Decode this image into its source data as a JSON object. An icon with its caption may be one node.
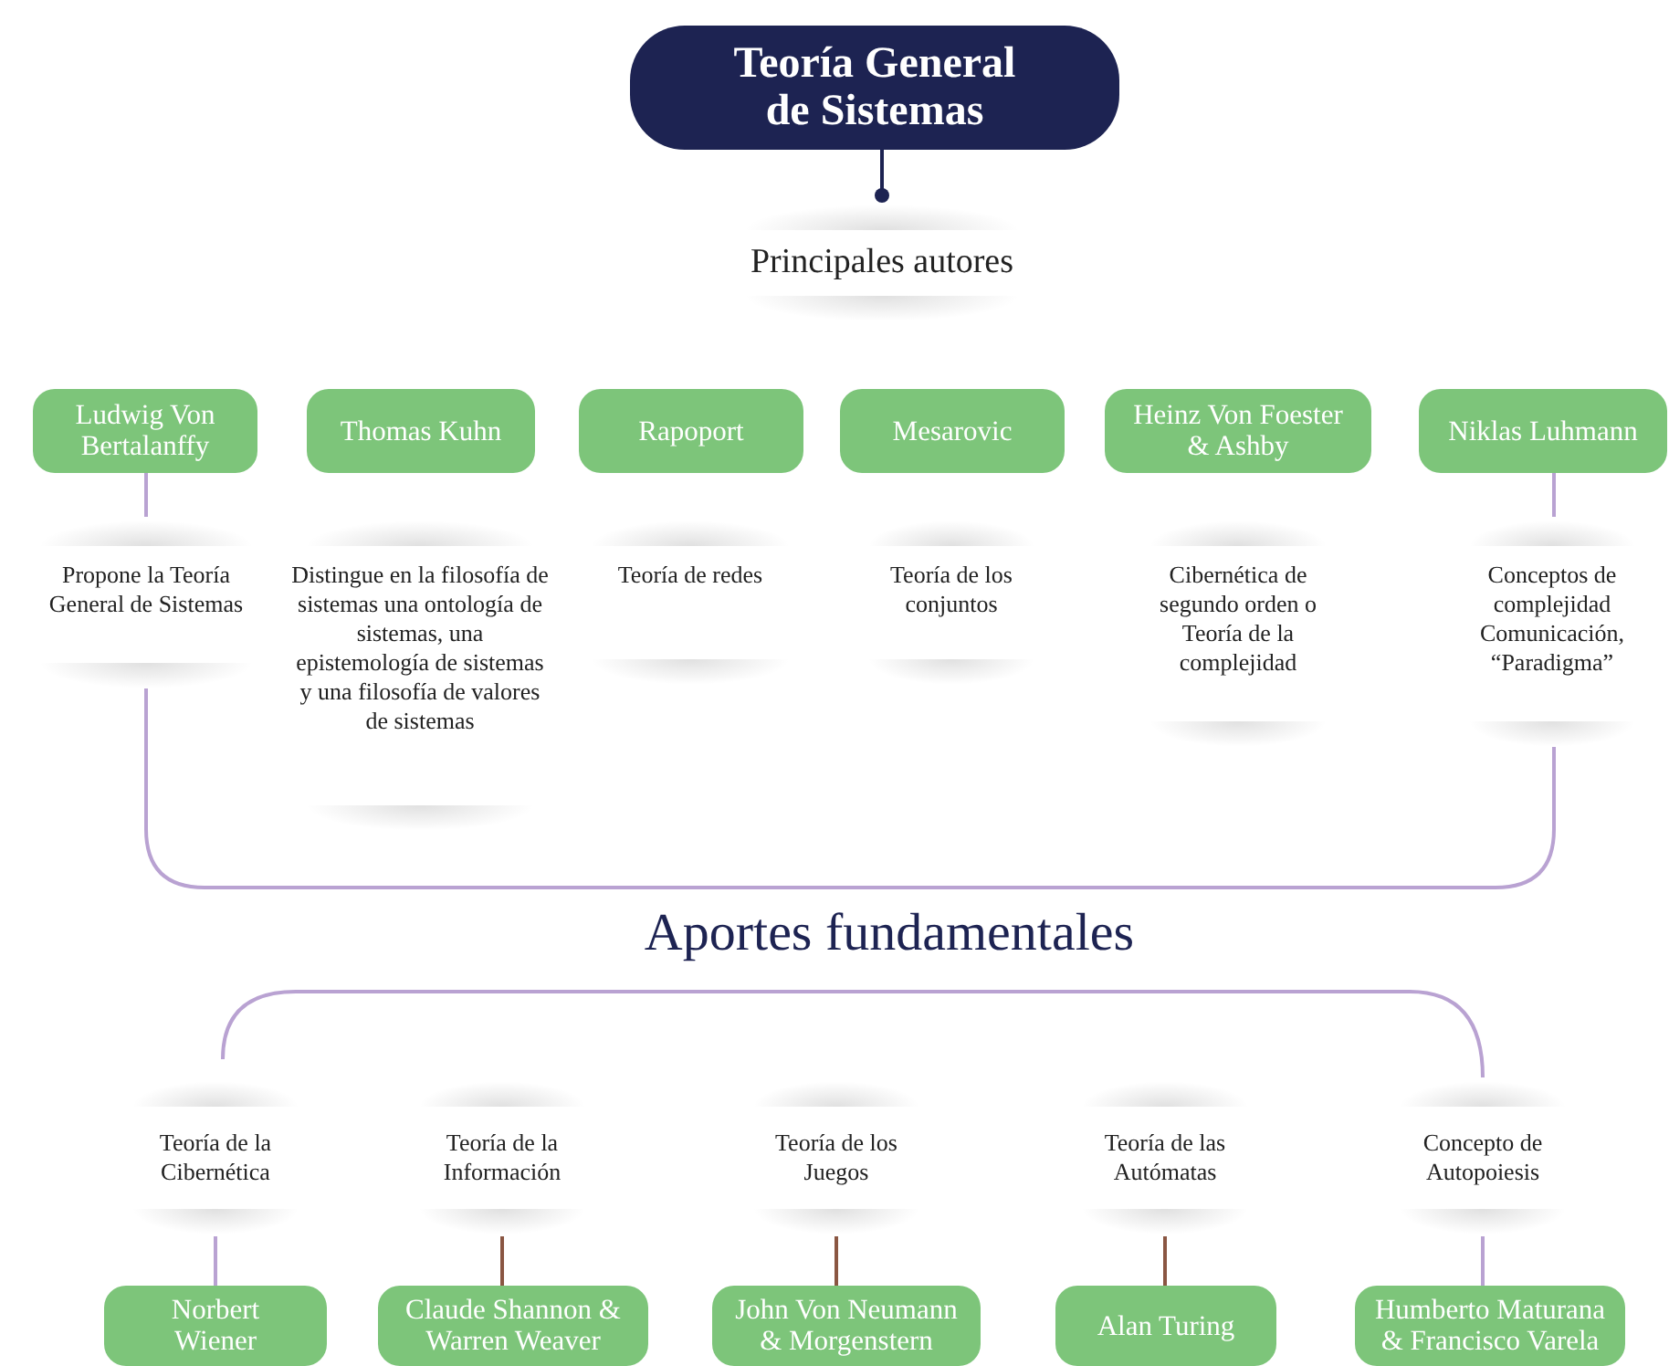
{
  "diagram": {
    "nodes": [
      {
        "text": [
          "Teoría General de Sistemas"
        ]
      },
      {
        "text": [
          "Principales autores"
        ]
      },
      {
        "text": [
          "Ludwig Von Bertalanffy"
        ]
      },
      {
        "text": [
          "Thomas Kuhn"
        ]
      },
      {
        "text": [
          "Rapoport"
        ]
      },
      {
        "text": [
          "Mesarovic"
        ]
      },
      {
        "text": [
          "Heinz Von Foester & Ashby"
        ]
      },
      {
        "text": [
          "Niklas Luhmann"
        ]
      },
      {
        "text": [
          "Propone la Teoría General de Sistemas"
        ]
      },
      {
        "text": [
          "Distingue en la filosofía de sistemas una ontología de sistemas, una epistemología de sistemas y una filosofía de valores de sistemas"
        ]
      },
      {
        "text": [
          "Teoría de redes"
        ]
      },
      {
        "text": [
          "Teoría de los conjuntos"
        ]
      },
      {
        "text": [
          "Cibernética de segundo orden o Teoría de la complejidad"
        ]
      },
      {
        "text": [
          "Conceptos de complejidad Comunicación, “Paradigma”"
        ]
      },
      {
        "text": [
          "Aportes fundamentales"
        ]
      },
      {
        "text": [
          "Teoría de la Cibernética"
        ]
      },
      {
        "text": [
          "Teoría de la Información"
        ]
      },
      {
        "text": [
          "Teoría de los Juegos"
        ]
      },
      {
        "text": [
          "Teoría de las Autómatas"
        ]
      },
      {
        "text": [
          "Concepto de Autopoiesis"
        ]
      },
      {
        "text": [
          "Norbert Wiener"
        ]
      },
      {
        "text": [
          "Claude Shannon & Warren Weaver"
        ]
      },
      {
        "text": [
          "John Von Neumann & Morgenstern"
        ]
      },
      {
        "text": [
          "Alan Turing"
        ]
      },
      {
        "text": [
          "Humberto Maturana & Francisco Varela"
        ]
      }
    ],
    "edges": [
      {
        "from": 0,
        "to": 1,
        "arrow": "other",
        "color": "#1d2352"
      },
      {
        "from": 2,
        "to": 8,
        "arrow": "none"
      },
      {
        "from": 7,
        "to": 13,
        "arrow": "none"
      },
      {
        "from": 8,
        "to": 13,
        "arrow": "none"
      },
      {
        "from": 15,
        "to": 19,
        "arrow": "none"
      },
      {
        "from": 15,
        "to": 20,
        "arrow": "none"
      },
      {
        "from": 16,
        "to": 21,
        "arrow": "none",
        "color": "#8a5642"
      },
      {
        "from": 17,
        "to": 22,
        "arrow": "none",
        "color": "#8a5642"
      },
      {
        "from": 18,
        "to": 23,
        "arrow": "none",
        "color": "#8a5642"
      },
      {
        "from": 19,
        "to": 24,
        "arrow": "none"
      }
    ]
  }
}
